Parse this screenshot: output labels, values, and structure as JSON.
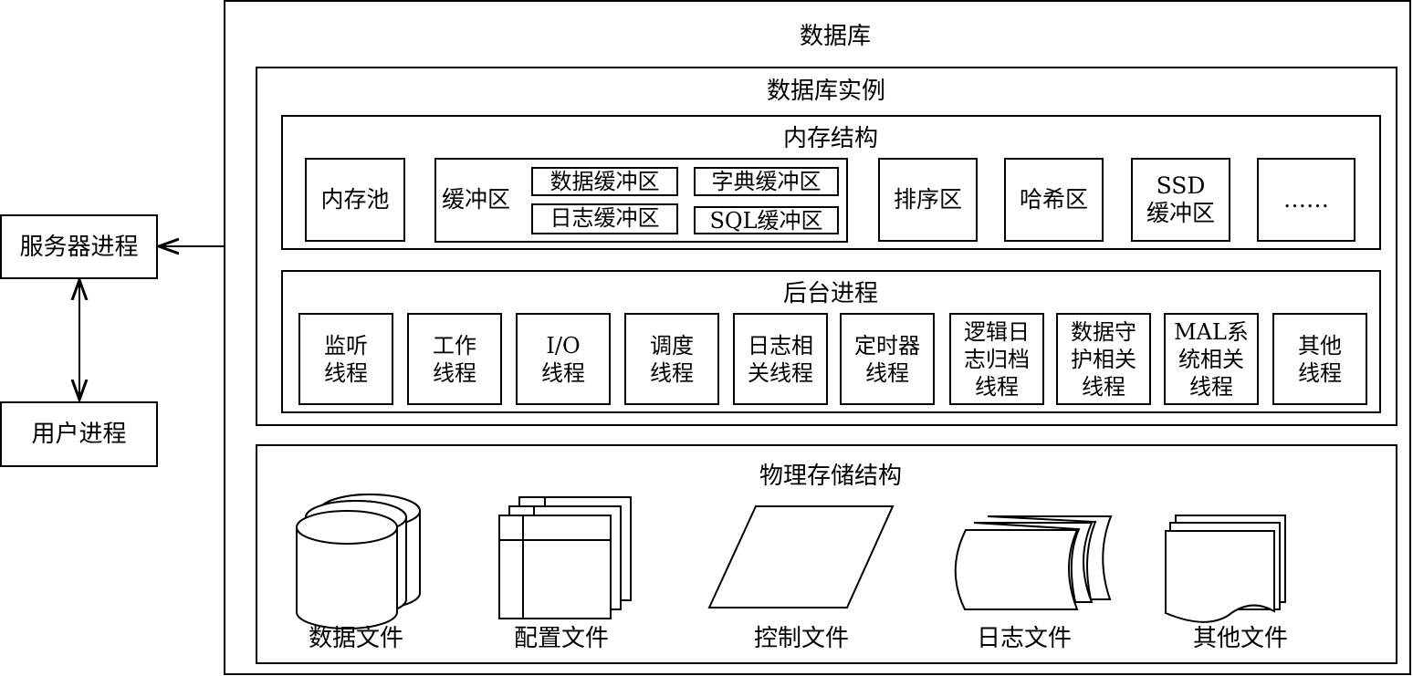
{
  "database": {
    "title": "数据库"
  },
  "instance": {
    "title": "数据库实例"
  },
  "memory": {
    "title": "内存结构",
    "pool": "内存池",
    "buffer": {
      "label": "缓冲区",
      "items": [
        "数据缓冲区",
        "日志缓冲区",
        "字典缓冲区",
        "SQL缓冲区"
      ]
    },
    "areas": [
      "排序区",
      "哈希区",
      "SSD\n缓冲区",
      "……"
    ]
  },
  "background": {
    "title": "后台进程",
    "threads": [
      "监听\n线程",
      "工作\n线程",
      "I/O\n线程",
      "调度\n线程",
      "日志相\n关线程",
      "定时器\n线程",
      "逻辑日\n志归档\n线程",
      "数据守\n护相关\n线程",
      "MAL系\n统相关\n线程",
      "其他\n线程"
    ]
  },
  "physical": {
    "title": "物理存储结构",
    "files": [
      "数据文件",
      "配置文件",
      "控制文件",
      "日志文件",
      "其他文件"
    ]
  },
  "external": {
    "server": "服务器进程",
    "user": "用户进程"
  }
}
